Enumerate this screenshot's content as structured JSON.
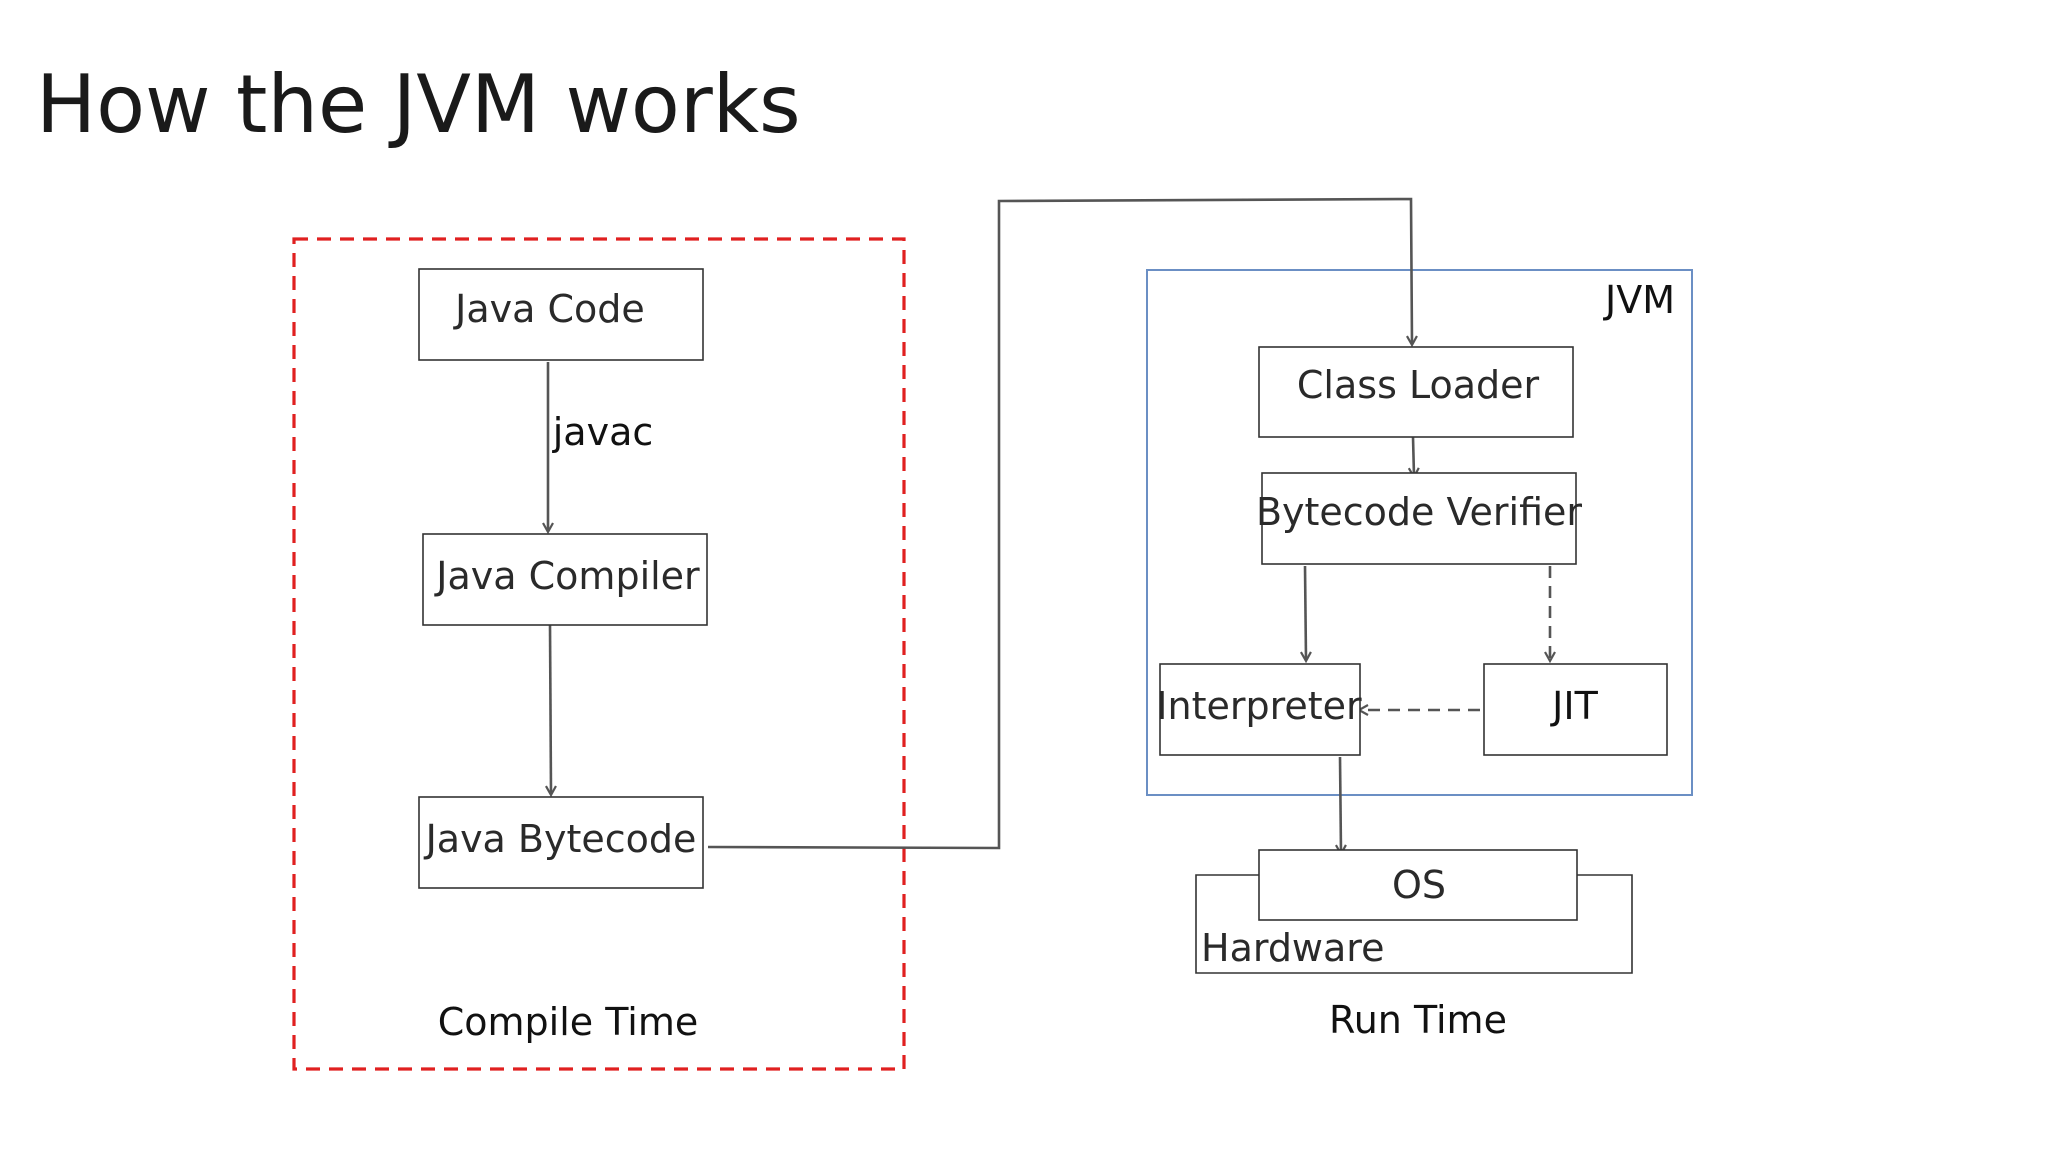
{
  "title": "How the JVM works",
  "compile_time": {
    "label": "Compile Time",
    "java_code": "Java Code",
    "javac": "javac",
    "java_compiler": "Java Compiler",
    "java_bytecode": "Java Bytecode"
  },
  "run_time": {
    "label": "Run Time",
    "jvm": "JVM",
    "class_loader": "Class Loader",
    "bytecode_verifier": "Bytecode Verifier",
    "interpreter": "Interpreter",
    "jit": "JIT",
    "os": "OS",
    "hardware": "Hardware"
  },
  "colors": {
    "compile_border": "#e02020",
    "jvm_border": "#6b8fc4",
    "connector": "#555555"
  }
}
